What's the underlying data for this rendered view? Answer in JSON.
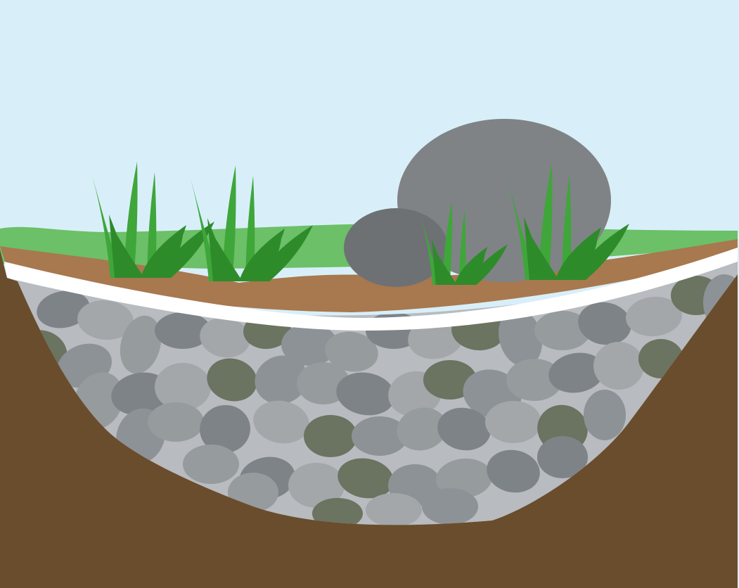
{
  "colors": {
    "sky": "#d8eff9",
    "lawn": "#6cc068",
    "topsoil": "#a8784e",
    "fabric": "#ffffff",
    "gravel_fill": "#b8bbbf",
    "soil": "#6a4d2d",
    "boulder_large": "#7f8386",
    "boulder_small": "#6d7174",
    "grass_light": "#3fa63a",
    "grass_dark": "#2e8b2a",
    "stone_tones": [
      "#8d9296",
      "#7e8388",
      "#6b7361",
      "#969b9e",
      "#a3a7aa"
    ]
  },
  "elements": {
    "sky": "sky",
    "lawn": "lawn-surface",
    "topsoil": "topsoil-layer",
    "fabric": "landscape-fabric",
    "gravel": "gravel-bed",
    "soil": "native-soil",
    "boulders": [
      "large-boulder",
      "small-boulder"
    ],
    "grass_clumps": 4
  }
}
